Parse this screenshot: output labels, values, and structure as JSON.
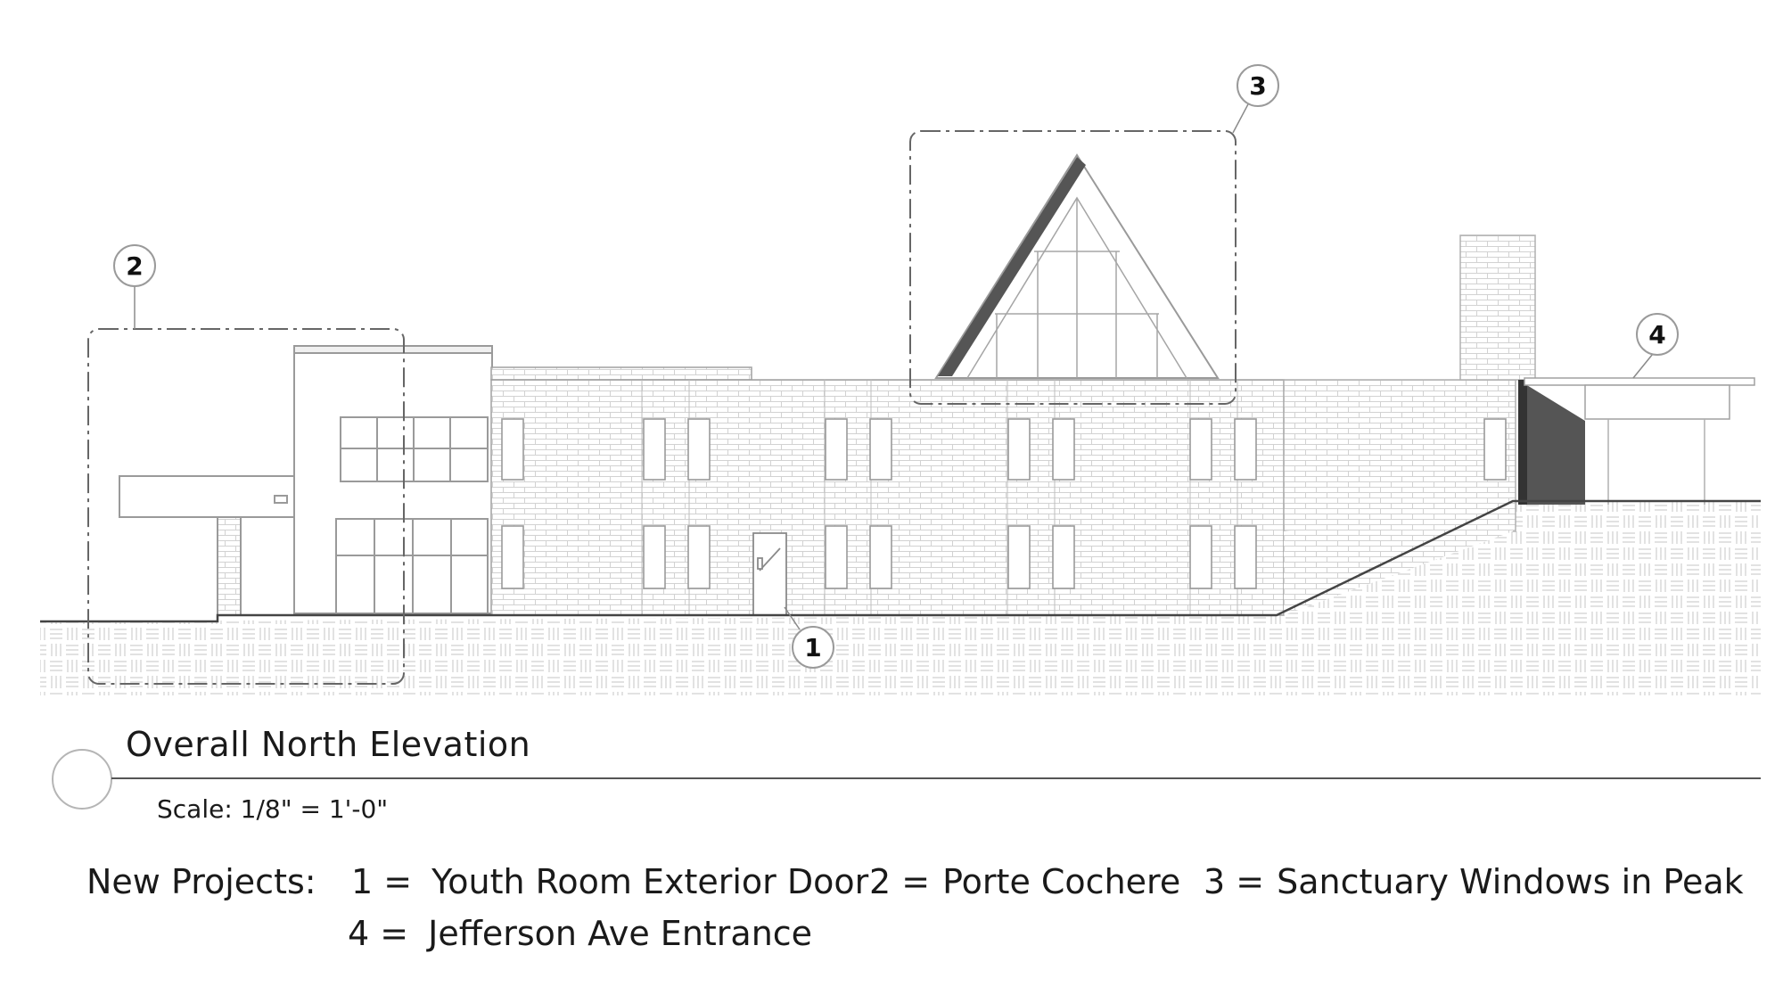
{
  "drawing": {
    "title": "Overall North Elevation",
    "scale": "Scale:  1/8\" = 1'-0\"",
    "callouts": [
      "1",
      "2",
      "3",
      "4"
    ]
  },
  "legend": {
    "heading": "New Projects:",
    "items": [
      {
        "num": "1 =",
        "label": "Youth Room Exterior Door"
      },
      {
        "num": "2 =",
        "label": "Porte Cochere"
      },
      {
        "num": "3 =",
        "label": "Sanctuary Windows in Peak"
      },
      {
        "num": "4 =",
        "label": "Jefferson Ave Entrance"
      }
    ]
  }
}
